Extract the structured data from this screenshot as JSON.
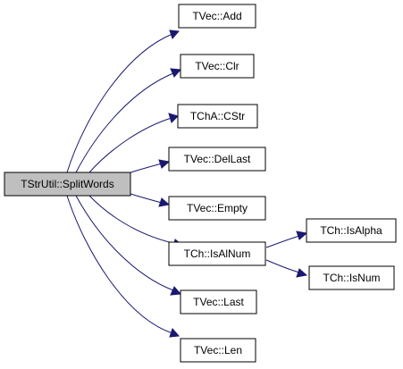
{
  "graph": {
    "type": "call-graph",
    "colors": {
      "edge": "#191970",
      "root_fill": "#bfbfbf",
      "node_fill": "#ffffff",
      "node_border": "#000000"
    },
    "root": "TStrUtil::SplitWords",
    "nodes": {
      "split_words": "TStrUtil::SplitWords",
      "vec_add": "TVec::Add",
      "vec_clr": "TVec::Clr",
      "cha_cstr": "TChA::CStr",
      "vec_dellast": "TVec::DelLast",
      "vec_empty": "TVec::Empty",
      "ch_isalnum": "TCh::IsAlNum",
      "vec_last": "TVec::Last",
      "vec_len": "TVec::Len",
      "ch_isalpha": "TCh::IsAlpha",
      "ch_isnum": "TCh::IsNum"
    },
    "edges": [
      {
        "from": "split_words",
        "to": "vec_add"
      },
      {
        "from": "split_words",
        "to": "vec_clr"
      },
      {
        "from": "split_words",
        "to": "cha_cstr"
      },
      {
        "from": "split_words",
        "to": "vec_dellast"
      },
      {
        "from": "split_words",
        "to": "vec_empty"
      },
      {
        "from": "split_words",
        "to": "ch_isalnum"
      },
      {
        "from": "split_words",
        "to": "vec_last"
      },
      {
        "from": "split_words",
        "to": "vec_len"
      },
      {
        "from": "ch_isalnum",
        "to": "ch_isalpha"
      },
      {
        "from": "ch_isalnum",
        "to": "ch_isnum"
      }
    ]
  }
}
